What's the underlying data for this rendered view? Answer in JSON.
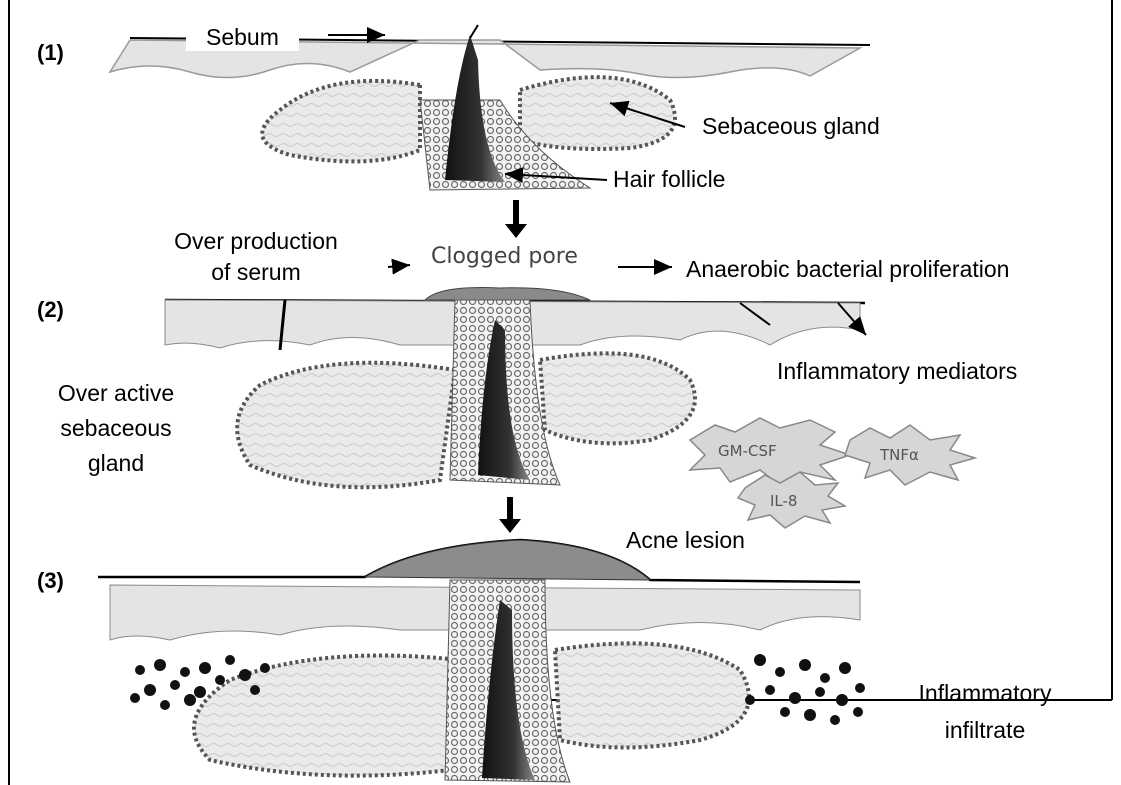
{
  "stages": {
    "s1": "(1)",
    "s2": "(2)",
    "s3": "(3)"
  },
  "labels": {
    "sebum": "Sebum",
    "sebaceous_gland": "Sebaceous gland",
    "hair_follicle": "Hair follicle",
    "over_production_line1": "Over production",
    "over_production_line2": "of serum",
    "clogged_pore": "Clogged pore",
    "anaerobic": "Anaerobic bacterial proliferation",
    "inflammatory_mediators": "Inflammatory mediators",
    "over_active_line1": "Over active",
    "over_active_line2": "sebaceous",
    "over_active_line3": "gland",
    "acne_lesion": "Acne lesion",
    "infiltrate_line1": "Inflammatory",
    "infiltrate_line2": "infiltrate"
  },
  "cytokines": {
    "gmcsf": "GM-CSF",
    "tnf": "TNFα",
    "il8": "IL-8"
  },
  "colors": {
    "border": "#000000",
    "tissue": "#e6e6e6",
    "cell_ring": "#555555",
    "hair": "#222222"
  }
}
